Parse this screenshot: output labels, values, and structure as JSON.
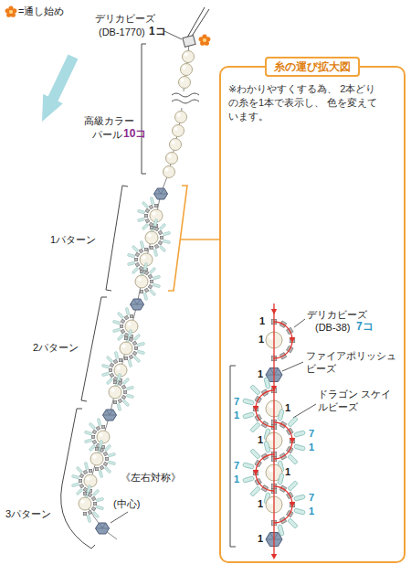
{
  "diagram": {
    "nodes": [
      {
        "text": [
          "糸の運び拡大図",
          "※わかりやすくする為、 2本どりの糸を1本で表示し、 色を変えています。"
        ]
      }
    ],
    "labels": [
      "=通し始め",
      "デリカビーズ",
      "(DB-1770)",
      "1コ",
      "高級カラー",
      "パール",
      "10コ",
      "1パターン",
      "2パターン",
      "3パターン",
      "《左右対称》",
      "(中心)",
      "デリカビーズ",
      "(DB-38)",
      "7コ",
      "ファイアポリッシュ ビーズ",
      "ドラゴン スケイルビーズ",
      "1",
      "1",
      "1",
      "7",
      "1",
      "1",
      "7",
      "1",
      "1",
      "7",
      "1",
      "1",
      "7",
      "1",
      "1",
      "1"
    ]
  }
}
